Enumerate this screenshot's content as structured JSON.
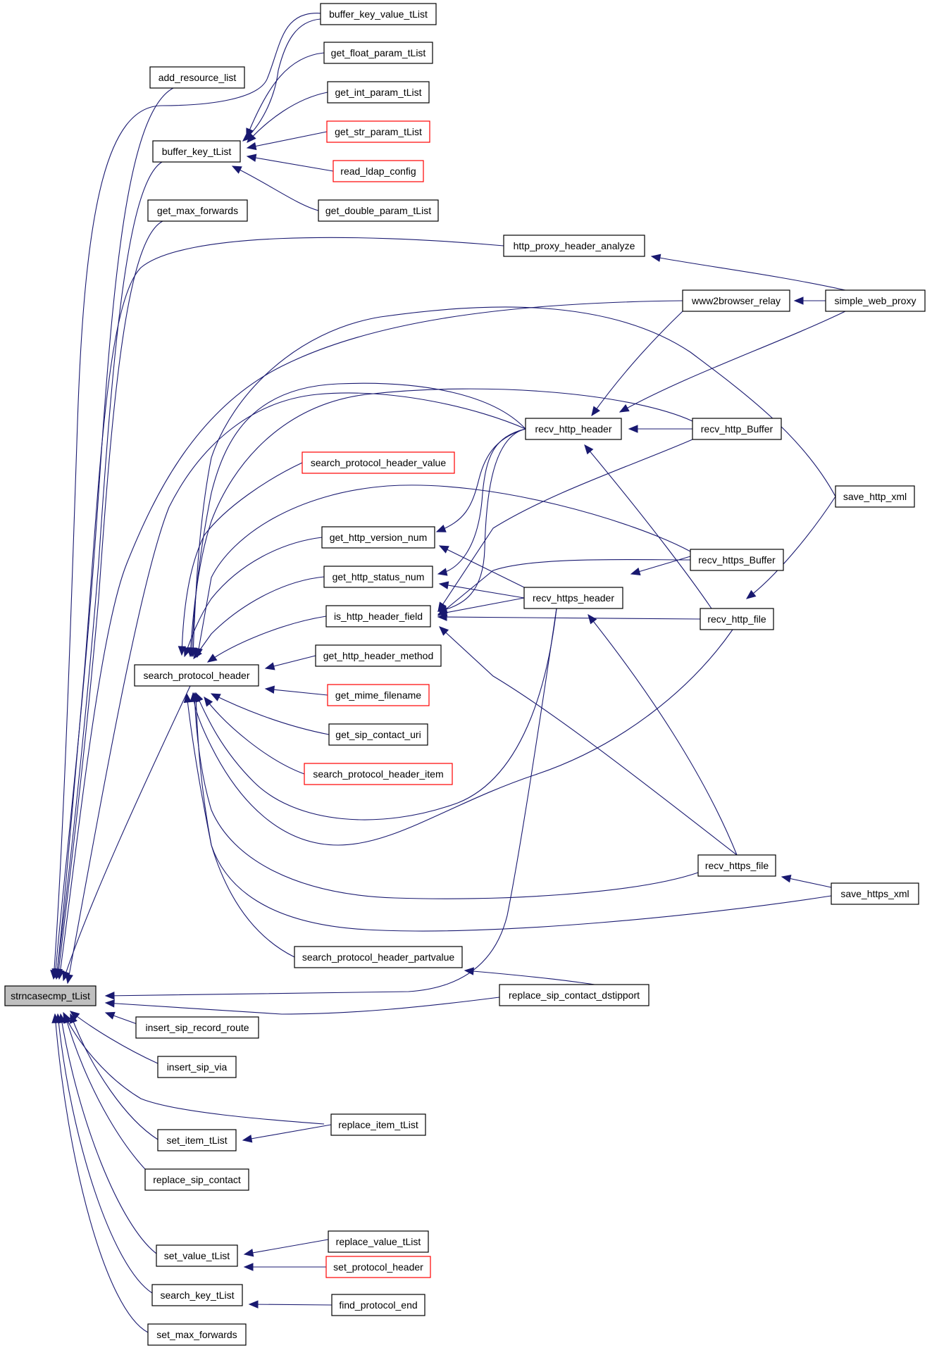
{
  "colors": {
    "edge": "#191970",
    "node_border": "#000000",
    "node_border_truncated": "#ff0000",
    "root_fill": "#bfbfbf",
    "node_fill": "#ffffff"
  },
  "nodes": [
    {
      "id": "strncasecmp_tList",
      "label": "strncasecmp_tList",
      "style": "root"
    },
    {
      "id": "add_resource_list",
      "label": "add_resource_list",
      "style": "normal"
    },
    {
      "id": "buffer_key_tList",
      "label": "buffer_key_tList",
      "style": "normal"
    },
    {
      "id": "get_max_forwards",
      "label": "get_max_forwards",
      "style": "normal"
    },
    {
      "id": "search_protocol_header",
      "label": "search_protocol_header",
      "style": "normal"
    },
    {
      "id": "insert_sip_record_route",
      "label": "insert_sip_record_route",
      "style": "normal"
    },
    {
      "id": "insert_sip_via",
      "label": "insert_sip_via",
      "style": "normal"
    },
    {
      "id": "set_item_tList",
      "label": "set_item_tList",
      "style": "normal"
    },
    {
      "id": "replace_sip_contact",
      "label": "replace_sip_contact",
      "style": "normal"
    },
    {
      "id": "set_value_tList",
      "label": "set_value_tList",
      "style": "normal"
    },
    {
      "id": "search_key_tList",
      "label": "search_key_tList",
      "style": "normal"
    },
    {
      "id": "set_max_forwards",
      "label": "set_max_forwards",
      "style": "normal"
    },
    {
      "id": "buffer_key_value_tList",
      "label": "buffer_key_value_tList",
      "style": "normal"
    },
    {
      "id": "get_float_param_tList",
      "label": "get_float_param_tList",
      "style": "normal"
    },
    {
      "id": "get_int_param_tList",
      "label": "get_int_param_tList",
      "style": "normal"
    },
    {
      "id": "get_str_param_tList",
      "label": "get_str_param_tList",
      "style": "red"
    },
    {
      "id": "read_ldap_config",
      "label": "read_ldap_config",
      "style": "red"
    },
    {
      "id": "get_double_param_tList",
      "label": "get_double_param_tList",
      "style": "normal"
    },
    {
      "id": "search_protocol_header_value",
      "label": "search_protocol_header_value",
      "style": "red"
    },
    {
      "id": "get_http_version_num",
      "label": "get_http_version_num",
      "style": "normal"
    },
    {
      "id": "get_http_status_num",
      "label": "get_http_status_num",
      "style": "normal"
    },
    {
      "id": "is_http_header_field",
      "label": "is_http_header_field",
      "style": "normal"
    },
    {
      "id": "get_http_header_method",
      "label": "get_http_header_method",
      "style": "normal"
    },
    {
      "id": "get_mime_filename",
      "label": "get_mime_filename",
      "style": "red"
    },
    {
      "id": "get_sip_contact_uri",
      "label": "get_sip_contact_uri",
      "style": "normal"
    },
    {
      "id": "search_protocol_header_item",
      "label": "search_protocol_header_item",
      "style": "red"
    },
    {
      "id": "search_protocol_header_partvalue",
      "label": "search_protocol_header_partvalue",
      "style": "normal"
    },
    {
      "id": "replace_item_tList",
      "label": "replace_item_tList",
      "style": "normal"
    },
    {
      "id": "replace_value_tList",
      "label": "replace_value_tList",
      "style": "normal"
    },
    {
      "id": "set_protocol_header",
      "label": "set_protocol_header",
      "style": "red"
    },
    {
      "id": "find_protocol_end",
      "label": "find_protocol_end",
      "style": "normal"
    },
    {
      "id": "http_proxy_header_analyze",
      "label": "http_proxy_header_analyze",
      "style": "normal"
    },
    {
      "id": "www2browser_relay",
      "label": "www2browser_relay",
      "style": "normal"
    },
    {
      "id": "recv_http_header",
      "label": "recv_http_header",
      "style": "normal"
    },
    {
      "id": "recv_https_header",
      "label": "recv_https_header",
      "style": "normal"
    },
    {
      "id": "replace_sip_contact_dstipport",
      "label": "replace_sip_contact_dstipport",
      "style": "normal"
    },
    {
      "id": "simple_web_proxy",
      "label": "simple_web_proxy",
      "style": "normal"
    },
    {
      "id": "recv_http_Buffer",
      "label": "recv_http_Buffer",
      "style": "normal"
    },
    {
      "id": "recv_https_Buffer",
      "label": "recv_https_Buffer",
      "style": "normal"
    },
    {
      "id": "recv_http_file",
      "label": "recv_http_file",
      "style": "normal"
    },
    {
      "id": "recv_https_file",
      "label": "recv_https_file",
      "style": "normal"
    },
    {
      "id": "save_http_xml",
      "label": "save_http_xml",
      "style": "normal"
    },
    {
      "id": "save_https_xml",
      "label": "save_https_xml",
      "style": "normal"
    }
  ],
  "edges": [
    [
      "add_resource_list",
      "strncasecmp_tList"
    ],
    [
      "buffer_key_tList",
      "strncasecmp_tList"
    ],
    [
      "get_max_forwards",
      "strncasecmp_tList"
    ],
    [
      "search_protocol_header",
      "strncasecmp_tList"
    ],
    [
      "insert_sip_record_route",
      "strncasecmp_tList"
    ],
    [
      "insert_sip_via",
      "strncasecmp_tList"
    ],
    [
      "set_item_tList",
      "strncasecmp_tList"
    ],
    [
      "replace_sip_contact",
      "strncasecmp_tList"
    ],
    [
      "set_value_tList",
      "strncasecmp_tList"
    ],
    [
      "search_key_tList",
      "strncasecmp_tList"
    ],
    [
      "set_max_forwards",
      "strncasecmp_tList"
    ],
    [
      "buffer_key_value_tList",
      "strncasecmp_tList"
    ],
    [
      "http_proxy_header_analyze",
      "strncasecmp_tList"
    ],
    [
      "www2browser_relay",
      "strncasecmp_tList"
    ],
    [
      "recv_http_header",
      "strncasecmp_tList"
    ],
    [
      "recv_https_header",
      "strncasecmp_tList"
    ],
    [
      "replace_sip_contact_dstipport",
      "strncasecmp_tList"
    ],
    [
      "replace_item_tList",
      "strncasecmp_tList"
    ],
    [
      "replace_value_tList",
      "strncasecmp_tList"
    ],
    [
      "buffer_key_value_tList",
      "buffer_key_tList"
    ],
    [
      "get_float_param_tList",
      "buffer_key_tList"
    ],
    [
      "get_int_param_tList",
      "buffer_key_tList"
    ],
    [
      "get_str_param_tList",
      "buffer_key_tList"
    ],
    [
      "read_ldap_config",
      "buffer_key_tList"
    ],
    [
      "get_double_param_tList",
      "buffer_key_tList"
    ],
    [
      "search_protocol_header_value",
      "search_protocol_header"
    ],
    [
      "get_http_version_num",
      "search_protocol_header"
    ],
    [
      "get_http_status_num",
      "search_protocol_header"
    ],
    [
      "is_http_header_field",
      "search_protocol_header"
    ],
    [
      "get_http_header_method",
      "search_protocol_header"
    ],
    [
      "get_mime_filename",
      "search_protocol_header"
    ],
    [
      "get_sip_contact_uri",
      "search_protocol_header"
    ],
    [
      "search_protocol_header_item",
      "search_protocol_header"
    ],
    [
      "search_protocol_header_partvalue",
      "search_protocol_header"
    ],
    [
      "recv_http_header",
      "search_protocol_header"
    ],
    [
      "recv_https_header",
      "search_protocol_header"
    ],
    [
      "recv_http_Buffer",
      "search_protocol_header"
    ],
    [
      "recv_https_Buffer",
      "search_protocol_header"
    ],
    [
      "recv_http_file",
      "search_protocol_header"
    ],
    [
      "recv_https_file",
      "search_protocol_header"
    ],
    [
      "save_http_xml",
      "search_protocol_header"
    ],
    [
      "save_https_xml",
      "search_protocol_header"
    ],
    [
      "recv_http_header",
      "get_http_version_num"
    ],
    [
      "recv_https_header",
      "get_http_version_num"
    ],
    [
      "recv_http_header",
      "get_http_status_num"
    ],
    [
      "recv_https_header",
      "get_http_status_num"
    ],
    [
      "recv_http_header",
      "is_http_header_field"
    ],
    [
      "recv_https_header",
      "is_http_header_field"
    ],
    [
      "recv_http_Buffer",
      "is_http_header_field"
    ],
    [
      "recv_https_Buffer",
      "is_http_header_field"
    ],
    [
      "recv_http_file",
      "is_http_header_field"
    ],
    [
      "recv_https_file",
      "is_http_header_field"
    ],
    [
      "replace_sip_contact_dstipport",
      "search_protocol_header_partvalue"
    ],
    [
      "replace_item_tList",
      "set_item_tList"
    ],
    [
      "replace_value_tList",
      "set_value_tList"
    ],
    [
      "set_protocol_header",
      "set_value_tList"
    ],
    [
      "find_protocol_end",
      "search_key_tList"
    ],
    [
      "simple_web_proxy",
      "http_proxy_header_analyze"
    ],
    [
      "simple_web_proxy",
      "www2browser_relay"
    ],
    [
      "www2browser_relay",
      "recv_http_header"
    ],
    [
      "simple_web_proxy",
      "recv_http_header"
    ],
    [
      "recv_http_Buffer",
      "recv_http_header"
    ],
    [
      "recv_http_file",
      "recv_http_header"
    ],
    [
      "recv_https_Buffer",
      "recv_https_header"
    ],
    [
      "recv_https_file",
      "recv_https_header"
    ],
    [
      "save_http_xml",
      "recv_http_file"
    ],
    [
      "save_https_xml",
      "recv_https_file"
    ]
  ]
}
